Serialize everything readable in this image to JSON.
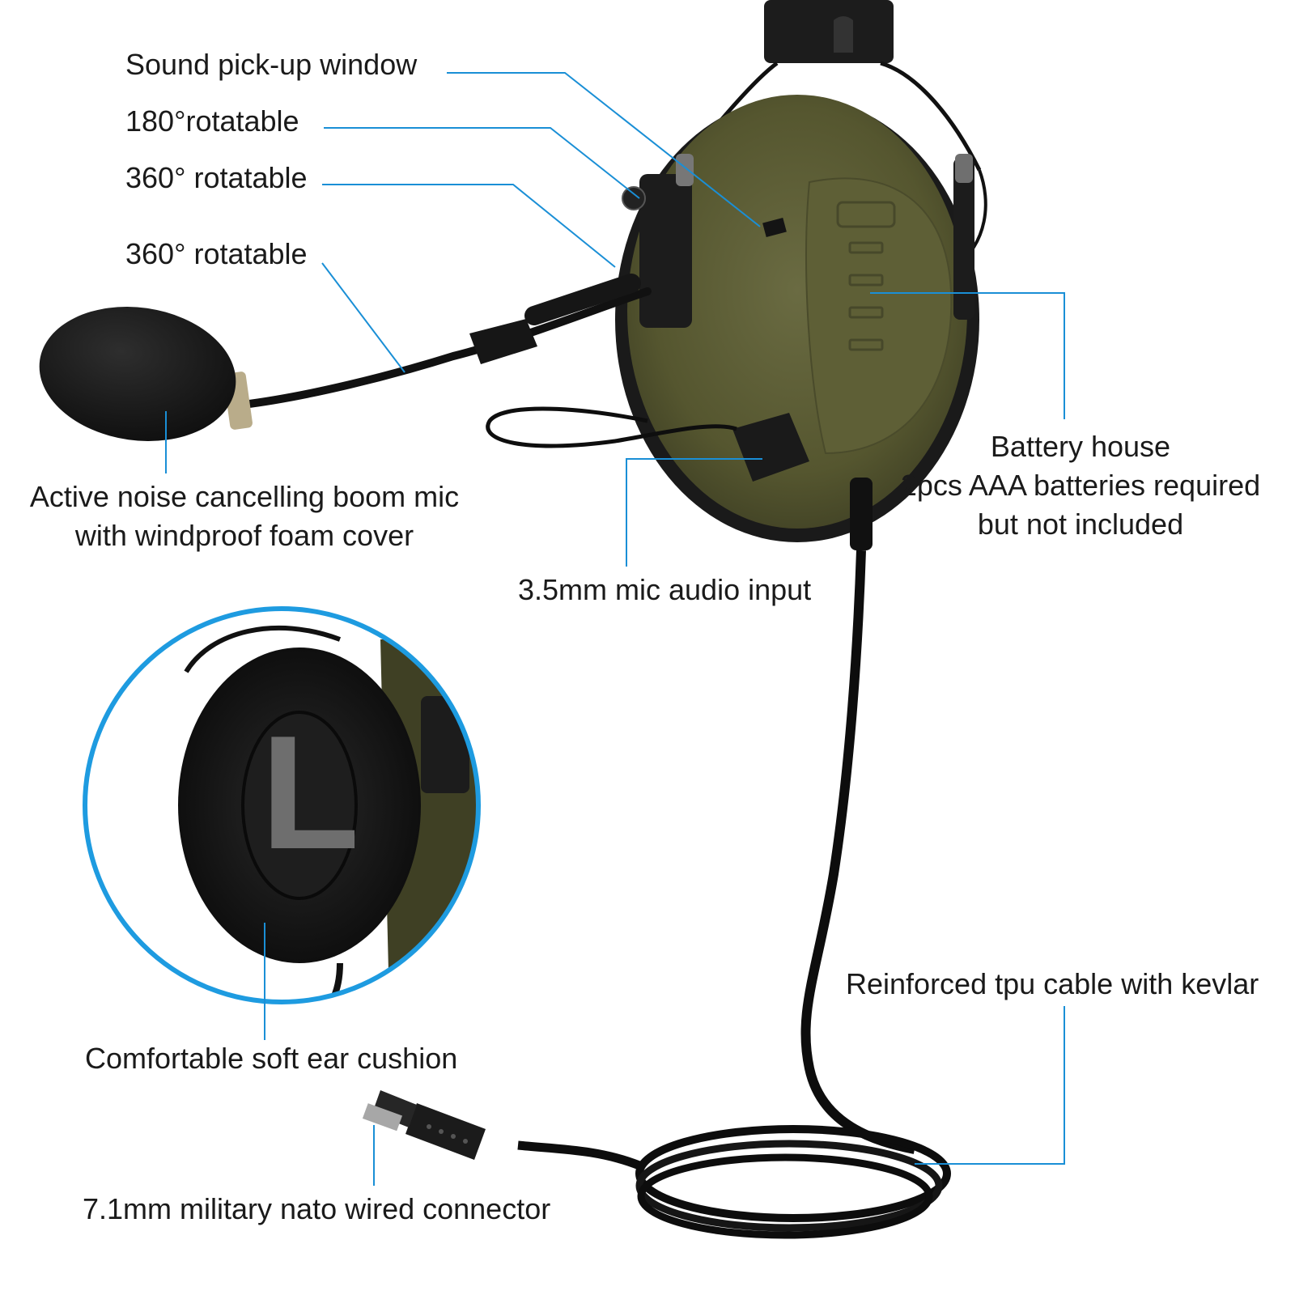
{
  "colors": {
    "callout_line": "#1a8fd6",
    "zoom_ring": "#1e9be0",
    "cup_green": "#5b5c36",
    "cup_dark": "#2a2a22",
    "cushion": "#151515",
    "cable": "#0d0d0d",
    "foam": "#1b1b1b",
    "background": "#ffffff"
  },
  "callouts": {
    "sound_window": "Sound pick-up window",
    "rot_180": "180°rotatable",
    "rot_360_a": "360° rotatable",
    "rot_360_b": "360° rotatable",
    "boom_mic": [
      "Active noise cancelling boom mic",
      "with windproof foam cover"
    ],
    "battery": [
      "Battery house",
      "2pcs AAA batteries required",
      "but not included"
    ],
    "mic_input": "3.5mm mic audio input",
    "ear_cushion": "Comfortable soft ear cushion",
    "cable": "Reinforced tpu cable with kevlar",
    "connector": "7.1mm military nato wired connector"
  },
  "zoom": {
    "side_letter": "L"
  },
  "icons": {
    "headset": "tactical-headset-earcup",
    "microphone": "boom-microphone-foam",
    "cushion": "ear-cushion-closeup",
    "plug": "nato-plug"
  }
}
